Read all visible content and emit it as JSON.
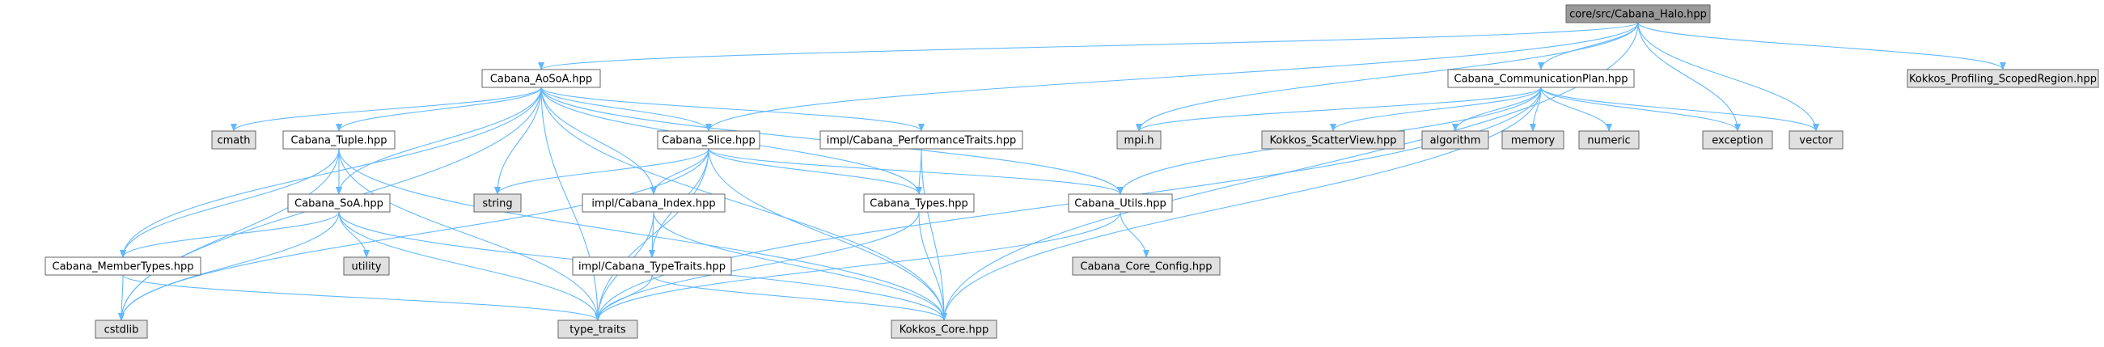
{
  "colors": {
    "edge": "#63b8ff",
    "node_local_fill": "#ffffff",
    "node_local_border": "#000000",
    "node_external_fill": "#e0e0e0",
    "node_external_border": "#999999",
    "node_root_fill": "#999999",
    "node_root_border": "#666666",
    "text": "#000000"
  },
  "nodes": [
    {
      "id": "halo",
      "label": "core/src/Cabana_Halo.hpp",
      "kind": "root"
    },
    {
      "id": "aosoa",
      "label": "Cabana_AoSoA.hpp",
      "kind": "local"
    },
    {
      "id": "commplan",
      "label": "Cabana_CommunicationPlan.hpp",
      "kind": "local"
    },
    {
      "id": "kokkosprof",
      "label": "Kokkos_Profiling_ScopedRegion.hpp",
      "kind": "external"
    },
    {
      "id": "cmath",
      "label": "cmath",
      "kind": "external"
    },
    {
      "id": "tuple",
      "label": "Cabana_Tuple.hpp",
      "kind": "local"
    },
    {
      "id": "slice",
      "label": "Cabana_Slice.hpp",
      "kind": "local"
    },
    {
      "id": "perftraits",
      "label": "impl/Cabana_PerformanceTraits.hpp",
      "kind": "local"
    },
    {
      "id": "mpih",
      "label": "mpi.h",
      "kind": "external"
    },
    {
      "id": "scatter",
      "label": "Kokkos_ScatterView.hpp",
      "kind": "external"
    },
    {
      "id": "algorithm",
      "label": "algorithm",
      "kind": "external"
    },
    {
      "id": "memory",
      "label": "memory",
      "kind": "external"
    },
    {
      "id": "numeric",
      "label": "numeric",
      "kind": "external"
    },
    {
      "id": "exception",
      "label": "exception",
      "kind": "external"
    },
    {
      "id": "vector",
      "label": "vector",
      "kind": "external"
    },
    {
      "id": "soa",
      "label": "Cabana_SoA.hpp",
      "kind": "local"
    },
    {
      "id": "string",
      "label": "string",
      "kind": "external"
    },
    {
      "id": "index",
      "label": "impl/Cabana_Index.hpp",
      "kind": "local"
    },
    {
      "id": "types",
      "label": "Cabana_Types.hpp",
      "kind": "local"
    },
    {
      "id": "utils",
      "label": "Cabana_Utils.hpp",
      "kind": "local"
    },
    {
      "id": "utility",
      "label": "utility",
      "kind": "external"
    },
    {
      "id": "membertypes",
      "label": "Cabana_MemberTypes.hpp",
      "kind": "local"
    },
    {
      "id": "typetraits",
      "label": "impl/Cabana_TypeTraits.hpp",
      "kind": "local"
    },
    {
      "id": "coreconfig",
      "label": "Cabana_Core_Config.hpp",
      "kind": "external"
    },
    {
      "id": "cstdlib",
      "label": "cstdlib",
      "kind": "external"
    },
    {
      "id": "type_traits",
      "label": "type_traits",
      "kind": "external"
    },
    {
      "id": "kokkoscore",
      "label": "Kokkos_Core.hpp",
      "kind": "external"
    }
  ],
  "edges": [
    [
      "halo",
      "aosoa"
    ],
    [
      "halo",
      "commplan"
    ],
    [
      "halo",
      "kokkosprof"
    ],
    [
      "halo",
      "slice"
    ],
    [
      "halo",
      "mpih"
    ],
    [
      "halo",
      "exception"
    ],
    [
      "halo",
      "vector"
    ],
    [
      "halo",
      "kokkoscore"
    ],
    [
      "aosoa",
      "cmath"
    ],
    [
      "aosoa",
      "tuple"
    ],
    [
      "aosoa",
      "slice"
    ],
    [
      "aosoa",
      "perftraits"
    ],
    [
      "aosoa",
      "soa"
    ],
    [
      "aosoa",
      "string"
    ],
    [
      "aosoa",
      "index"
    ],
    [
      "aosoa",
      "types"
    ],
    [
      "aosoa",
      "utils"
    ],
    [
      "aosoa",
      "membertypes"
    ],
    [
      "aosoa",
      "cstdlib"
    ],
    [
      "aosoa",
      "type_traits"
    ],
    [
      "aosoa",
      "kokkoscore"
    ],
    [
      "commplan",
      "mpih"
    ],
    [
      "commplan",
      "scatter"
    ],
    [
      "commplan",
      "algorithm"
    ],
    [
      "commplan",
      "memory"
    ],
    [
      "commplan",
      "numeric"
    ],
    [
      "commplan",
      "exception"
    ],
    [
      "commplan",
      "vector"
    ],
    [
      "commplan",
      "utils"
    ],
    [
      "commplan",
      "type_traits"
    ],
    [
      "commplan",
      "kokkoscore"
    ],
    [
      "tuple",
      "soa"
    ],
    [
      "tuple",
      "membertypes"
    ],
    [
      "tuple",
      "cstdlib"
    ],
    [
      "tuple",
      "type_traits"
    ],
    [
      "tuple",
      "kokkoscore"
    ],
    [
      "slice",
      "string"
    ],
    [
      "slice",
      "index"
    ],
    [
      "slice",
      "types"
    ],
    [
      "slice",
      "utils"
    ],
    [
      "slice",
      "typetraits"
    ],
    [
      "slice",
      "cstdlib"
    ],
    [
      "slice",
      "type_traits"
    ],
    [
      "slice",
      "kokkoscore"
    ],
    [
      "perftraits",
      "types"
    ],
    [
      "perftraits",
      "kokkoscore"
    ],
    [
      "soa",
      "utility"
    ],
    [
      "soa",
      "membertypes"
    ],
    [
      "soa",
      "cstdlib"
    ],
    [
      "soa",
      "type_traits"
    ],
    [
      "soa",
      "kokkoscore"
    ],
    [
      "index",
      "typetraits"
    ],
    [
      "index",
      "type_traits"
    ],
    [
      "index",
      "kokkoscore"
    ],
    [
      "types",
      "type_traits"
    ],
    [
      "types",
      "kokkoscore"
    ],
    [
      "utils",
      "coreconfig"
    ],
    [
      "utils",
      "type_traits"
    ],
    [
      "membertypes",
      "cstdlib"
    ],
    [
      "membertypes",
      "type_traits"
    ],
    [
      "typetraits",
      "type_traits"
    ],
    [
      "typetraits",
      "kokkoscore"
    ]
  ]
}
